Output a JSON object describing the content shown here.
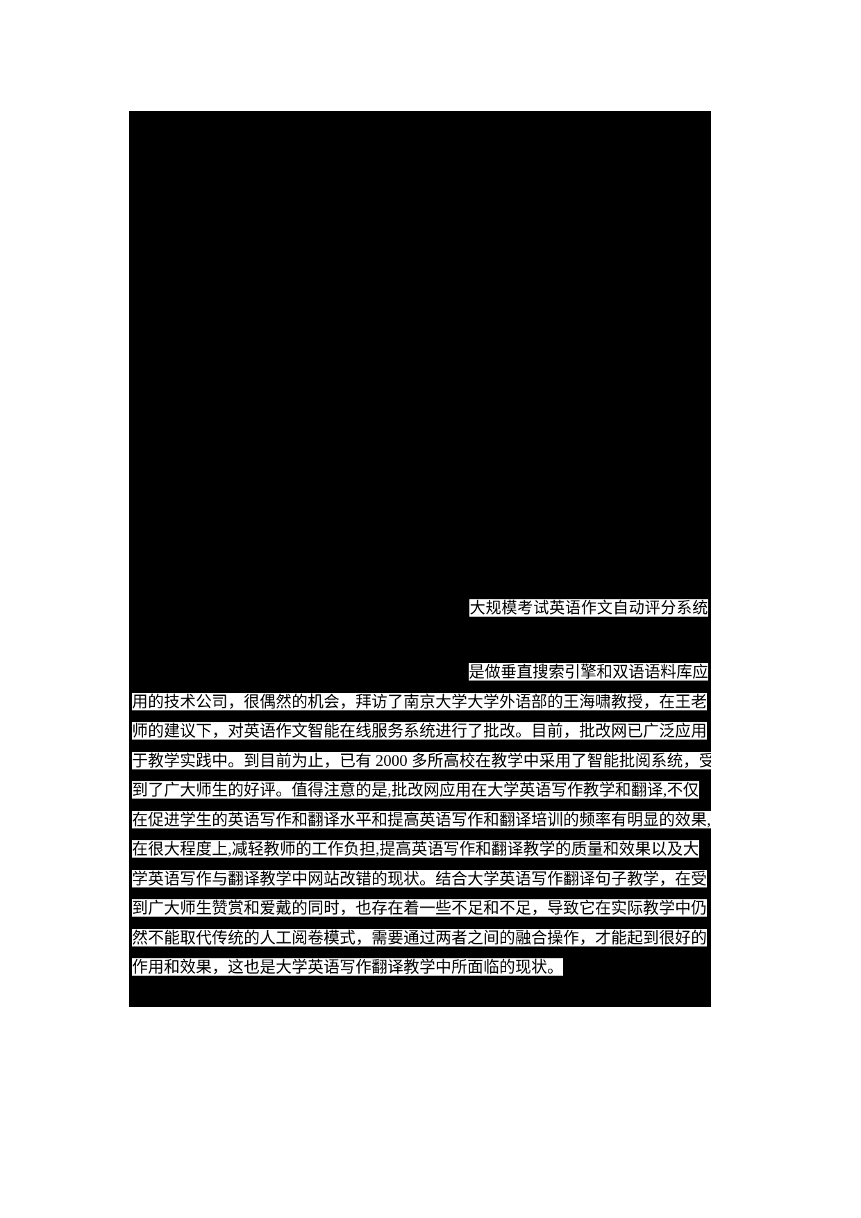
{
  "page": {
    "background_color": "#ffffff",
    "sheet_color": "#000000",
    "text_highlight_color": "#ffffff",
    "text_ink_color": "#000000"
  },
  "document": {
    "title": "大规模考试英语作文自动评分系统",
    "body_lines": [
      "是做垂直搜索引擎和双语语料库应",
      "用的技术公司，很偶然的机会，拜访了南京大学大学外语部的王海啸教授，在王老",
      "师的建议下，对英语作文智能在线服务系统进行了批改。目前，批改网已广泛应用",
      "于教学实践中。到目前为止，已有 2000 多所高校在教学中采用了智能批阅系统，受",
      "到了广大师生的好评。值得注意的是,批改网应用在大学英语写作教学和翻译,不仅",
      "在促进学生的英语写作和翻译水平和提高英语写作和翻译培训的频率有明显的效果,",
      "在很大程度上,减轻教师的工作负担,提高英语写作和翻译教学的质量和效果以及大",
      "学英语写作与翻译教学中网站改错的现状。结合大学英语写作翻译句子教学，在受",
      "到广大师生赞赏和爱戴的同时，也存在着一些不足和不足，导致它在实际教学中仍",
      "然不能取代传统的人工阅卷模式，需要通过两者之间的融合操作，才能起到很好的",
      "作用和效果，这也是大学英语写作翻译教学中所面临的现状。"
    ]
  }
}
